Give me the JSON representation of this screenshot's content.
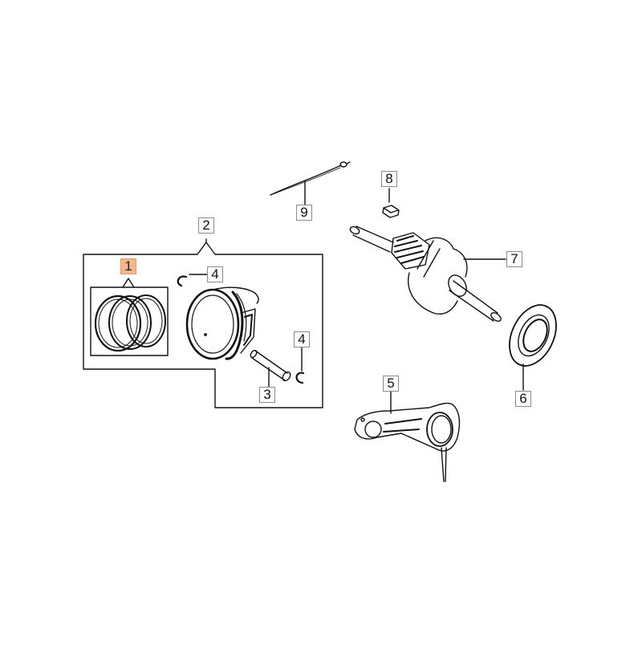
{
  "diagram": {
    "type": "exploded-parts-diagram",
    "highlight_color": "#f7b58c",
    "line_color": "#111111",
    "callouts": [
      {
        "id": "1",
        "label": "1",
        "part": "piston-rings-set",
        "highlighted": true
      },
      {
        "id": "2",
        "label": "2",
        "part": "piston-assembly"
      },
      {
        "id": "3",
        "label": "3",
        "part": "piston-pin"
      },
      {
        "id": "4a",
        "label": "4",
        "part": "piston-pin-clip"
      },
      {
        "id": "4b",
        "label": "4",
        "part": "piston-pin-clip"
      },
      {
        "id": "5",
        "label": "5",
        "part": "connecting-rod"
      },
      {
        "id": "6",
        "label": "6",
        "part": "ball-bearing"
      },
      {
        "id": "7",
        "label": "7",
        "part": "crankshaft"
      },
      {
        "id": "8",
        "label": "8",
        "part": "key"
      },
      {
        "id": "9",
        "label": "9",
        "part": "dipstick-wire"
      }
    ]
  }
}
